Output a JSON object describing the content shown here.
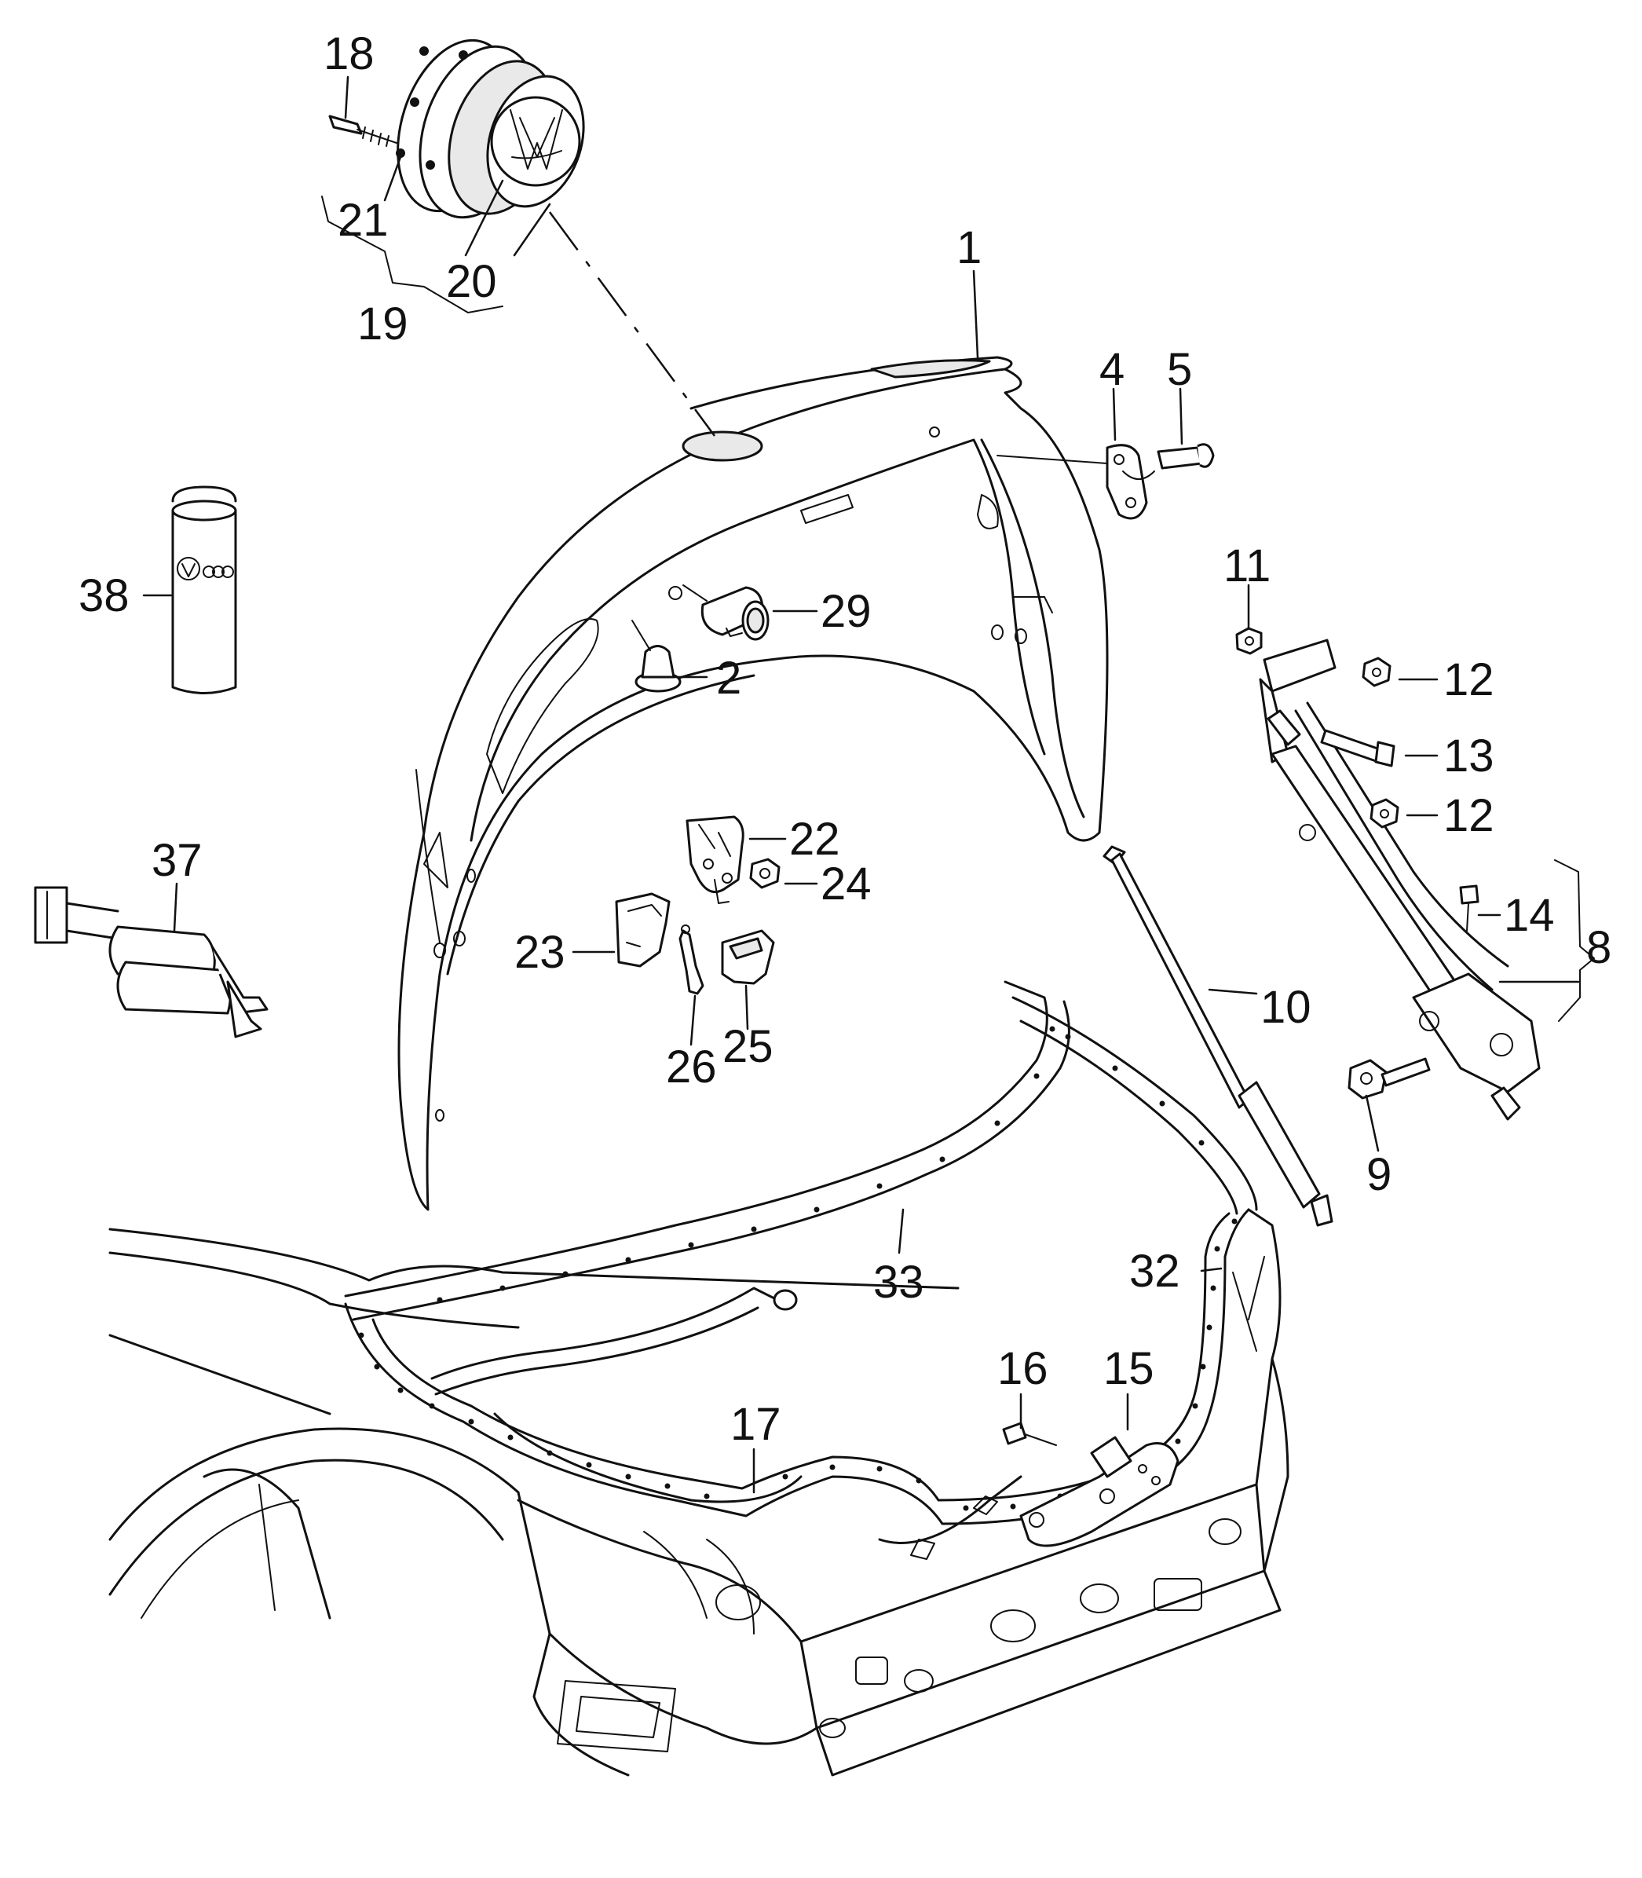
{
  "diagram": {
    "labels": {
      "p1": "1",
      "p2": "2",
      "p4": "4",
      "p5": "5",
      "p8": "8",
      "p9": "9",
      "p10": "10",
      "p11": "11",
      "p12a": "12",
      "p12b": "12",
      "p13": "13",
      "p14": "14",
      "p15": "15",
      "p16": "16",
      "p17": "17",
      "p18": "18",
      "p19": "19",
      "p20": "20",
      "p21": "21",
      "p22": "22",
      "p23": "23",
      "p24": "24",
      "p25": "25",
      "p26": "26",
      "p29": "29",
      "p32": "32",
      "p33": "33",
      "p37": "37",
      "p38": "38"
    }
  }
}
